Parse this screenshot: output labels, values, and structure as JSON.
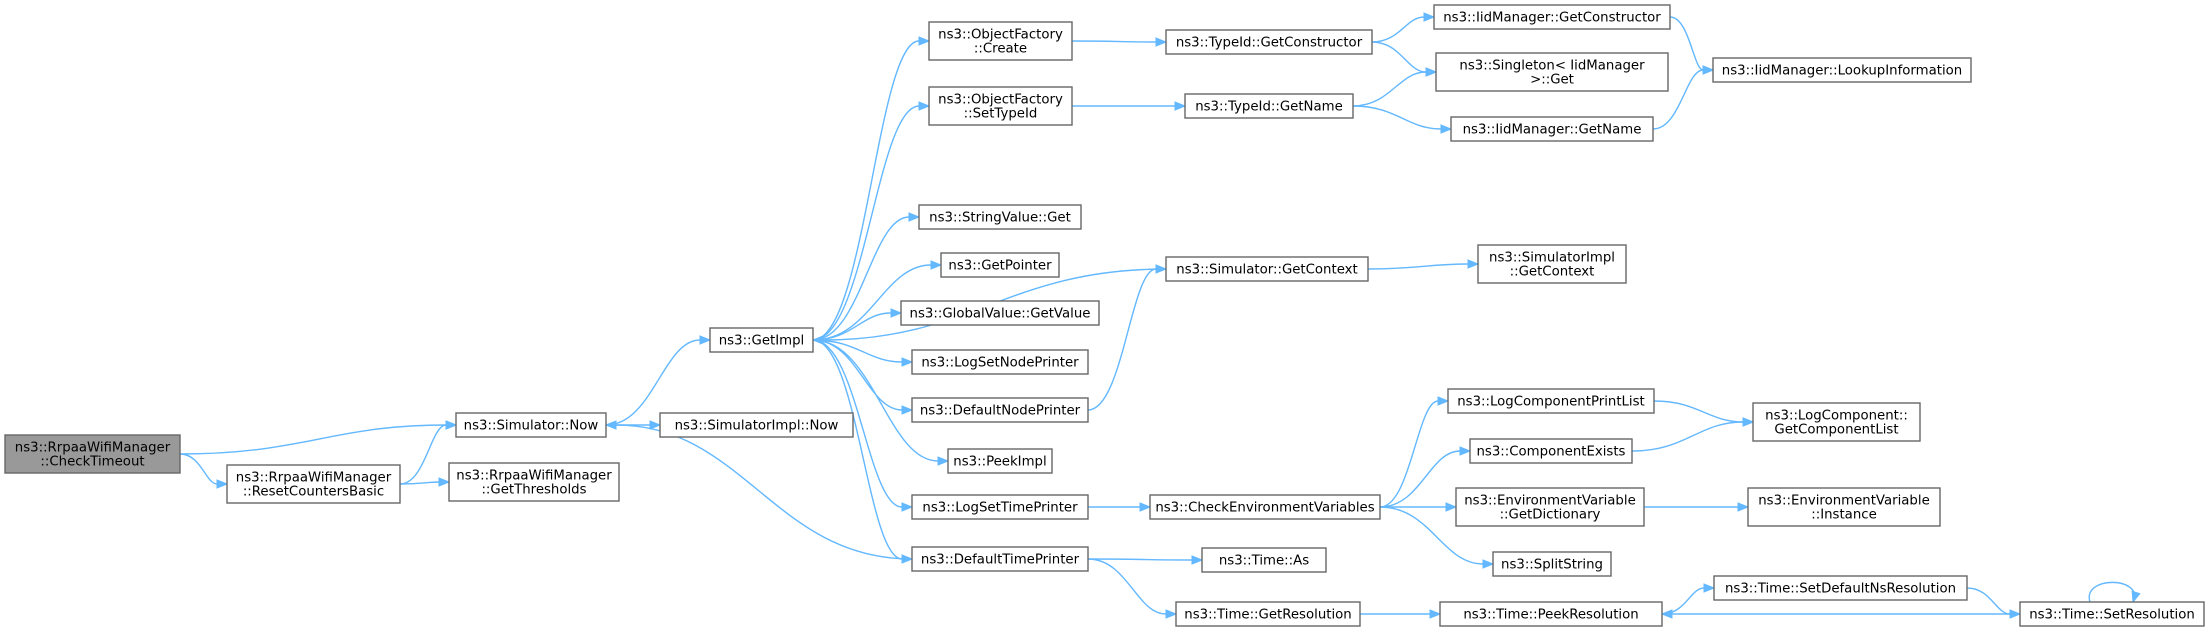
{
  "graph": {
    "nodes": [
      {
        "id": "checktimeout",
        "lines": [
          "ns3::RrpaaWifiManager",
          "::CheckTimeout"
        ],
        "root": true
      },
      {
        "id": "resetcounters",
        "lines": [
          "ns3::RrpaaWifiManager",
          "::ResetCountersBasic"
        ]
      },
      {
        "id": "simnow",
        "lines": [
          "ns3::Simulator::Now"
        ]
      },
      {
        "id": "getthresholds",
        "lines": [
          "ns3::RrpaaWifiManager",
          "::GetThresholds"
        ]
      },
      {
        "id": "getimpl",
        "lines": [
          "ns3::GetImpl"
        ]
      },
      {
        "id": "simimplnow",
        "lines": [
          "ns3::SimulatorImpl::Now"
        ]
      },
      {
        "id": "ofcreate",
        "lines": [
          "ns3::ObjectFactory",
          "::Create"
        ]
      },
      {
        "id": "ofsettypeid",
        "lines": [
          "ns3::ObjectFactory",
          "::SetTypeId"
        ]
      },
      {
        "id": "stringvalueget",
        "lines": [
          "ns3::StringValue::Get"
        ]
      },
      {
        "id": "getpointer",
        "lines": [
          "ns3::GetPointer"
        ]
      },
      {
        "id": "gvgetvalue",
        "lines": [
          "ns3::GlobalValue::GetValue"
        ]
      },
      {
        "id": "logsetnodeprinter",
        "lines": [
          "ns3::LogSetNodePrinter"
        ]
      },
      {
        "id": "defaultnodeprinter",
        "lines": [
          "ns3::DefaultNodePrinter"
        ]
      },
      {
        "id": "peekimpl",
        "lines": [
          "ns3::PeekImpl"
        ]
      },
      {
        "id": "logsettimeprinter",
        "lines": [
          "ns3::LogSetTimePrinter"
        ]
      },
      {
        "id": "defaulttimeprinter",
        "lines": [
          "ns3::DefaultTimePrinter"
        ]
      },
      {
        "id": "typeidgetconstructor",
        "lines": [
          "ns3::TypeId::GetConstructor"
        ]
      },
      {
        "id": "typeidgetname",
        "lines": [
          "ns3::TypeId::GetName"
        ]
      },
      {
        "id": "simgetcontext",
        "lines": [
          "ns3::Simulator::GetContext"
        ]
      },
      {
        "id": "checkenv",
        "lines": [
          "ns3::CheckEnvironmentVariables"
        ]
      },
      {
        "id": "timeas",
        "lines": [
          "ns3::Time::As"
        ]
      },
      {
        "id": "timegetres",
        "lines": [
          "ns3::Time::GetResolution"
        ]
      },
      {
        "id": "iidgetconstructor",
        "lines": [
          "ns3::IidManager::GetConstructor"
        ]
      },
      {
        "id": "singletonget",
        "lines": [
          "ns3::Singleton< IidManager",
          ">::Get"
        ]
      },
      {
        "id": "iidgetname",
        "lines": [
          "ns3::IidManager::GetName"
        ]
      },
      {
        "id": "simimplgetcontext",
        "lines": [
          "ns3::SimulatorImpl",
          "::GetContext"
        ]
      },
      {
        "id": "logcompprintlist",
        "lines": [
          "ns3::LogComponentPrintList"
        ]
      },
      {
        "id": "compexists",
        "lines": [
          "ns3::ComponentExists"
        ]
      },
      {
        "id": "envgetdict",
        "lines": [
          "ns3::EnvironmentVariable",
          "::GetDictionary"
        ]
      },
      {
        "id": "splitstring",
        "lines": [
          "ns3::SplitString"
        ]
      },
      {
        "id": "timepeekres",
        "lines": [
          "ns3::Time::PeekResolution"
        ]
      },
      {
        "id": "iidlookup",
        "lines": [
          "ns3::IidManager::LookupInformation"
        ]
      },
      {
        "id": "logcompgetlist",
        "lines": [
          "ns3::LogComponent::",
          "GetComponentList"
        ]
      },
      {
        "id": "envinstance",
        "lines": [
          "ns3::EnvironmentVariable",
          "::Instance"
        ]
      },
      {
        "id": "timesetdefaultns",
        "lines": [
          "ns3::Time::SetDefaultNsResolution"
        ]
      },
      {
        "id": "timesetres",
        "lines": [
          "ns3::Time::SetResolution"
        ]
      }
    ],
    "edges": [
      [
        "checktimeout",
        "resetcounters"
      ],
      [
        "checktimeout",
        "simnow"
      ],
      [
        "resetcounters",
        "simnow"
      ],
      [
        "resetcounters",
        "getthresholds"
      ],
      [
        "simnow",
        "getimpl"
      ],
      [
        "simnow",
        "simimplnow"
      ],
      [
        "getimpl",
        "ofcreate"
      ],
      [
        "getimpl",
        "ofsettypeid"
      ],
      [
        "getimpl",
        "stringvalueget"
      ],
      [
        "getimpl",
        "getpointer"
      ],
      [
        "getimpl",
        "gvgetvalue"
      ],
      [
        "getimpl",
        "logsetnodeprinter"
      ],
      [
        "getimpl",
        "defaultnodeprinter"
      ],
      [
        "getimpl",
        "peekimpl"
      ],
      [
        "getimpl",
        "logsettimeprinter"
      ],
      [
        "getimpl",
        "defaulttimeprinter"
      ],
      [
        "simgetcontext",
        "getimpl"
      ],
      [
        "defaultnodeprinter",
        "simgetcontext"
      ],
      [
        "defaulttimeprinter",
        "simnow"
      ],
      [
        "ofcreate",
        "typeidgetconstructor"
      ],
      [
        "ofsettypeid",
        "typeidgetname"
      ],
      [
        "typeidgetconstructor",
        "iidgetconstructor"
      ],
      [
        "typeidgetconstructor",
        "singletonget"
      ],
      [
        "typeidgetname",
        "singletonget"
      ],
      [
        "typeidgetname",
        "iidgetname"
      ],
      [
        "iidgetconstructor",
        "iidlookup"
      ],
      [
        "iidgetname",
        "iidlookup"
      ],
      [
        "simgetcontext",
        "simimplgetcontext"
      ],
      [
        "logsettimeprinter",
        "checkenv"
      ],
      [
        "checkenv",
        "logcompprintlist"
      ],
      [
        "checkenv",
        "compexists"
      ],
      [
        "checkenv",
        "envgetdict"
      ],
      [
        "checkenv",
        "splitstring"
      ],
      [
        "logcompprintlist",
        "logcompgetlist"
      ],
      [
        "compexists",
        "logcompgetlist"
      ],
      [
        "envgetdict",
        "envinstance"
      ],
      [
        "defaulttimeprinter",
        "timeas"
      ],
      [
        "defaulttimeprinter",
        "timegetres"
      ],
      [
        "timegetres",
        "timepeekres"
      ],
      [
        "timepeekres",
        "timesetdefaultns"
      ],
      [
        "timesetdefaultns",
        "timesetres"
      ],
      [
        "timesetres",
        "timepeekres"
      ],
      [
        "timesetres",
        "timesetres"
      ]
    ]
  }
}
